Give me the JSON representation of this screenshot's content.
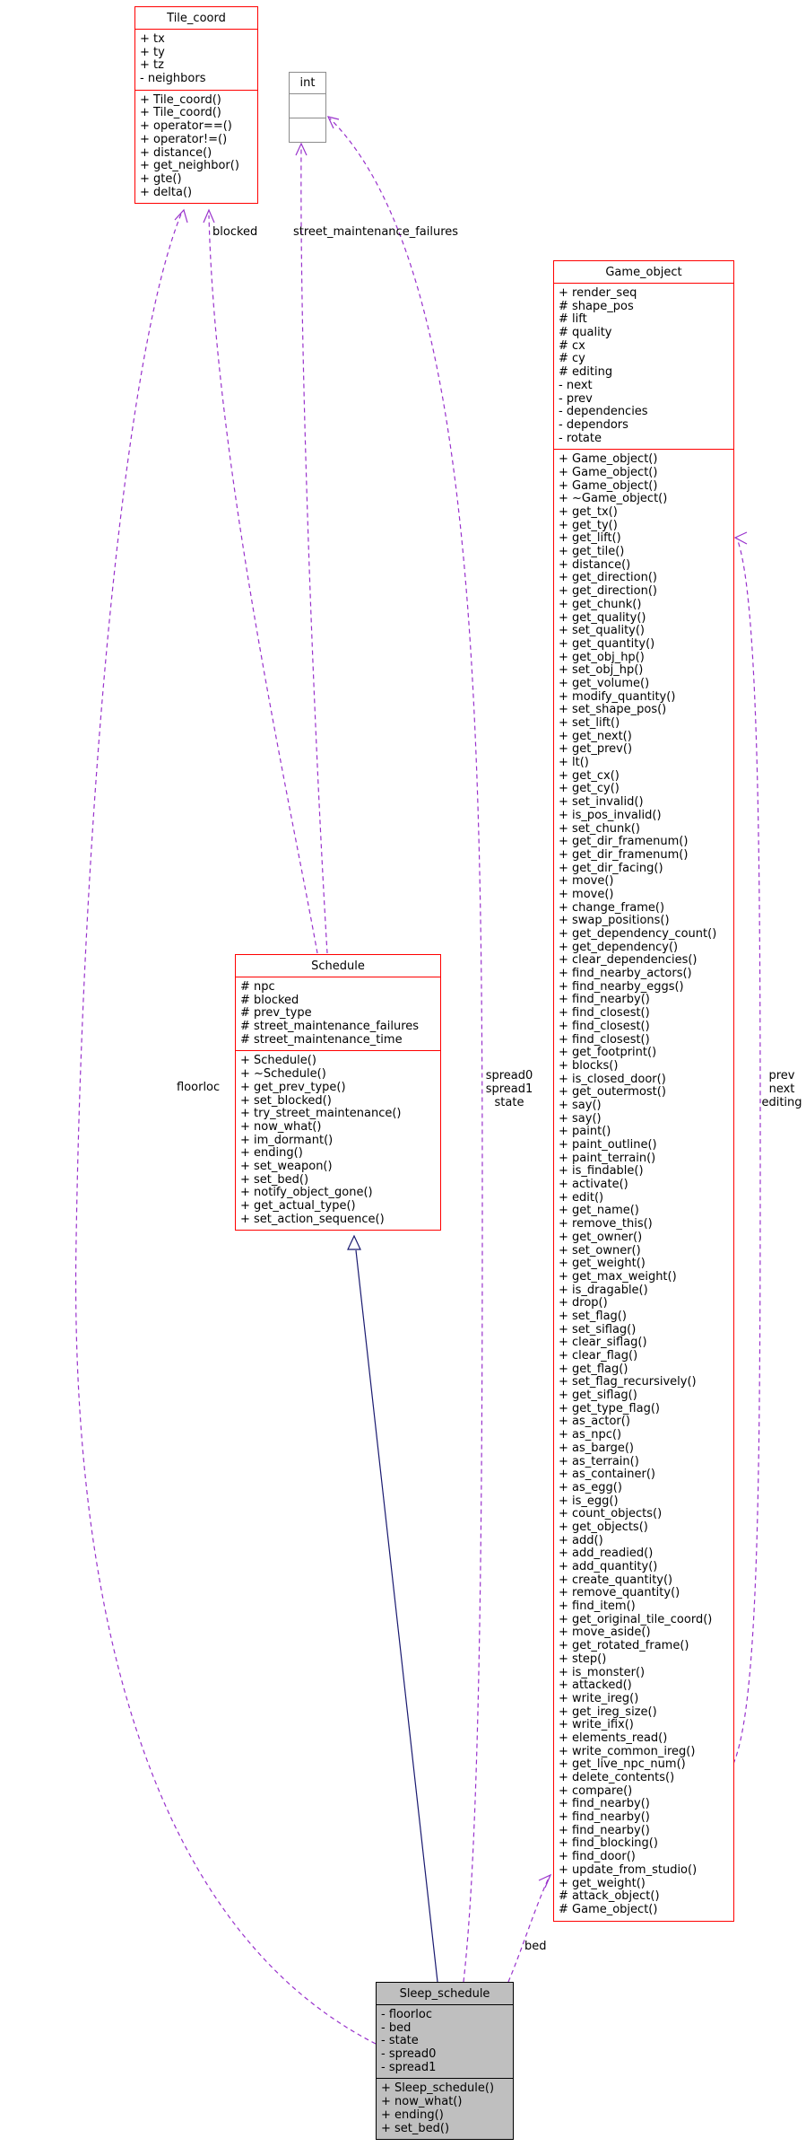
{
  "diagram": {
    "kind": "uml-collaboration-diagram",
    "colors": {
      "class_border": "#ff0000",
      "plain_border": "#8c8c8c",
      "focus_fill": "#bfbfbf",
      "usage_edge": "#9932cc",
      "inheritance_edge": "#191970",
      "text": "#000000",
      "background": "#ffffff"
    }
  },
  "classes": [
    {
      "name": "Tile_coord",
      "attributes": [
        "+ tx",
        "+ ty",
        "+ tz",
        "- neighbors"
      ],
      "methods": [
        "+ Tile_coord()",
        "+ Tile_coord()",
        "+ operator==()",
        "+ operator!=()",
        "+ distance()",
        "+ get_neighbor()",
        "+ gte()",
        "+ delta()"
      ]
    },
    {
      "name": "int",
      "attributes": [],
      "methods": []
    },
    {
      "name": "Game_object",
      "attributes": [
        "+ render_seq",
        "# shape_pos",
        "# lift",
        "# quality",
        "# cx",
        "# cy",
        "# editing",
        "- next",
        "- prev",
        "- dependencies",
        "- dependors",
        "- rotate"
      ],
      "methods": [
        "+ Game_object()",
        "+ Game_object()",
        "+ Game_object()",
        "+ ~Game_object()",
        "+ get_tx()",
        "+ get_ty()",
        "+ get_lift()",
        "+ get_tile()",
        "+ distance()",
        "+ get_direction()",
        "+ get_direction()",
        "+ get_chunk()",
        "+ get_quality()",
        "+ set_quality()",
        "+ get_quantity()",
        "+ get_obj_hp()",
        "+ set_obj_hp()",
        "+ get_volume()",
        "+ modify_quantity()",
        "+ set_shape_pos()",
        "+ set_lift()",
        "+ get_next()",
        "+ get_prev()",
        "+ lt()",
        "+ get_cx()",
        "+ get_cy()",
        "+ set_invalid()",
        "+ is_pos_invalid()",
        "+ set_chunk()",
        "+ get_dir_framenum()",
        "+ get_dir_framenum()",
        "+ get_dir_facing()",
        "+ move()",
        "+ move()",
        "+ change_frame()",
        "+ swap_positions()",
        "+ get_dependency_count()",
        "+ get_dependency()",
        "+ clear_dependencies()",
        "+ find_nearby_actors()",
        "+ find_nearby_eggs()",
        "+ find_nearby()",
        "+ find_closest()",
        "+ find_closest()",
        "+ find_closest()",
        "+ get_footprint()",
        "+ blocks()",
        "+ is_closed_door()",
        "+ get_outermost()",
        "+ say()",
        "+ say()",
        "+ paint()",
        "+ paint_outline()",
        "+ paint_terrain()",
        "+ is_findable()",
        "+ activate()",
        "+ edit()",
        "+ get_name()",
        "+ remove_this()",
        "+ get_owner()",
        "+ set_owner()",
        "+ get_weight()",
        "+ get_max_weight()",
        "+ is_dragable()",
        "+ drop()",
        "+ set_flag()",
        "+ set_siflag()",
        "+ clear_siflag()",
        "+ clear_flag()",
        "+ get_flag()",
        "+ set_flag_recursively()",
        "+ get_siflag()",
        "+ get_type_flag()",
        "+ as_actor()",
        "+ as_npc()",
        "+ as_barge()",
        "+ as_terrain()",
        "+ as_container()",
        "+ as_egg()",
        "+ is_egg()",
        "+ count_objects()",
        "+ get_objects()",
        "+ add()",
        "+ add_readied()",
        "+ add_quantity()",
        "+ create_quantity()",
        "+ remove_quantity()",
        "+ find_item()",
        "+ get_original_tile_coord()",
        "+ move_aside()",
        "+ get_rotated_frame()",
        "+ step()",
        "+ is_monster()",
        "+ attacked()",
        "+ write_ireg()",
        "+ get_ireg_size()",
        "+ write_ifix()",
        "+ elements_read()",
        "+ write_common_ireg()",
        "+ get_live_npc_num()",
        "+ delete_contents()",
        "+ compare()",
        "+ find_nearby()",
        "+ find_nearby()",
        "+ find_nearby()",
        "+ find_blocking()",
        "+ find_door()",
        "+ update_from_studio()",
        "+ get_weight()",
        "# attack_object()",
        "# Game_object()"
      ]
    },
    {
      "name": "Schedule",
      "attributes": [
        "# npc",
        "# blocked",
        "# prev_type",
        "# street_maintenance_failures",
        "# street_maintenance_time"
      ],
      "methods": [
        "+ Schedule()",
        "+ ~Schedule()",
        "+ get_prev_type()",
        "+ set_blocked()",
        "+ try_street_maintenance()",
        "+ now_what()",
        "+ im_dormant()",
        "+ ending()",
        "+ set_weapon()",
        "+ set_bed()",
        "+ notify_object_gone()",
        "+ get_actual_type()",
        "+ set_action_sequence()"
      ]
    },
    {
      "name": "Sleep_schedule",
      "attributes": [
        "- floorloc",
        "- bed",
        "- state",
        "- spread0",
        "- spread1"
      ],
      "methods": [
        "+ Sleep_schedule()",
        "+ now_what()",
        "+ ending()",
        "+ set_bed()"
      ]
    }
  ],
  "edges": {
    "blocked": {
      "label": "blocked",
      "from": "Schedule",
      "to": "Tile_coord",
      "type": "usage"
    },
    "street_maintenance_failures": {
      "label": "street_maintenance_failures",
      "from": "Schedule",
      "to": "int",
      "type": "usage"
    },
    "floorloc": {
      "label": "floorloc",
      "from": "Sleep_schedule",
      "to": "Tile_coord",
      "type": "usage"
    },
    "spread_state": {
      "label": "spread0\nspread1\nstate",
      "from": "Sleep_schedule",
      "to": "int",
      "type": "usage"
    },
    "bed": {
      "label": "bed",
      "from": "Sleep_schedule",
      "to": "Game_object",
      "type": "usage"
    },
    "self_loop": {
      "label": "prev\nnext\nediting",
      "from": "Game_object",
      "to": "Game_object",
      "type": "usage"
    },
    "inheritance": {
      "label": "",
      "from": "Sleep_schedule",
      "to": "Schedule",
      "type": "inheritance"
    }
  }
}
